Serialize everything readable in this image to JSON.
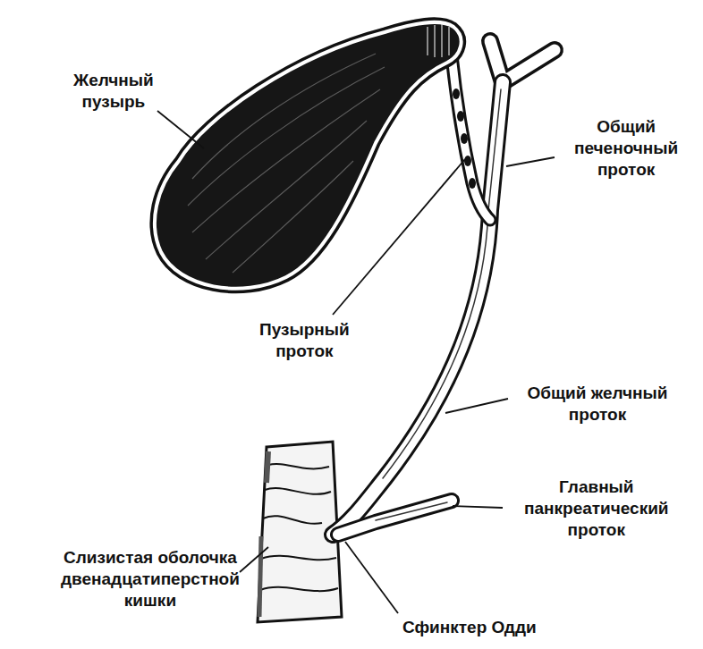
{
  "diagram": {
    "labels": [
      "Желчный пузырь",
      "Общий печеночный проток",
      "Пузырный проток",
      "Общий желчный проток",
      "Главный панкреатический проток",
      "Слизистая оболочка двенадцатиперстной кишки",
      "Сфинктер Одди"
    ]
  }
}
